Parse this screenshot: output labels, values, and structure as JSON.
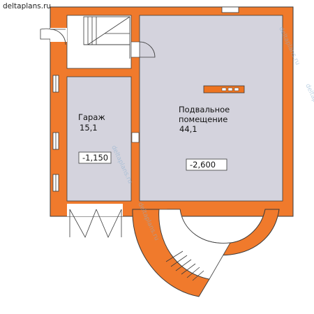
{
  "site": {
    "label": "deltaplans.ru"
  },
  "watermark": "deltaplans.ru",
  "colors": {
    "wall": "#f07a2c",
    "floor": "#d4d3dd",
    "outline": "#3a3a3a",
    "window": "#ffffff",
    "fireplace": "#ee7420"
  },
  "rooms": {
    "garage": {
      "name": "Гараж",
      "area": "15,1",
      "level": "-1,150"
    },
    "basement": {
      "name_line1": "Подвальное",
      "name_line2": "помещение",
      "area": "44,1",
      "level": "-2,600"
    }
  }
}
